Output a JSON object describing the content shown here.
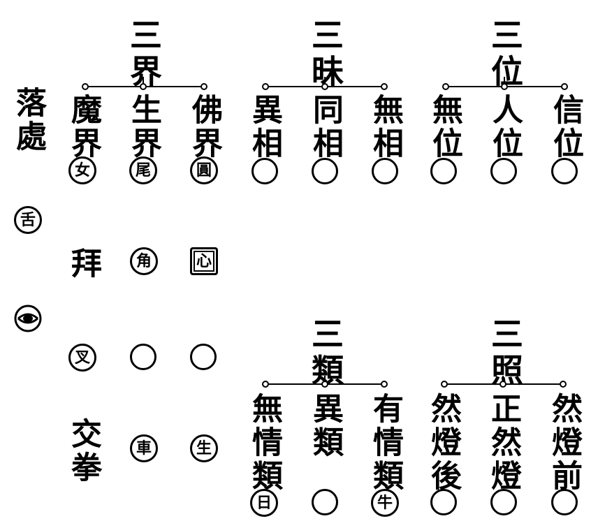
{
  "left_column": {
    "label_top": "落處",
    "tongue_seal": "舌",
    "row_labels": {
      "bow": "拜",
      "cross": "叉",
      "interlock": "交拳"
    }
  },
  "group_1": {
    "title": "三界",
    "items": [
      {
        "text": "魔界",
        "seal": "女"
      },
      {
        "text": "生界",
        "seal": "尾"
      },
      {
        "text": "佛界",
        "seal": "圓"
      }
    ]
  },
  "group_2": {
    "title": "三昧",
    "items": [
      {
        "text": "異相"
      },
      {
        "text": "同相"
      },
      {
        "text": "無相"
      }
    ]
  },
  "group_3": {
    "title": "三位",
    "items": [
      {
        "text": "無位"
      },
      {
        "text": "人位"
      },
      {
        "text": "信位"
      }
    ]
  },
  "bow_row": {
    "seal_1": "角",
    "seal_2": "心"
  },
  "cross_row": {},
  "fist_row": {
    "seal_1": "車",
    "seal_2": "生"
  },
  "group_4": {
    "title": "三類",
    "items": [
      {
        "text": "無情類",
        "seal": "日"
      },
      {
        "text": "異類"
      },
      {
        "text": "有情類",
        "seal": "牛"
      }
    ]
  },
  "group_5": {
    "title": "三照",
    "items": [
      {
        "text": "然燈後"
      },
      {
        "text": "正然燈"
      },
      {
        "text": "然燈前"
      }
    ]
  }
}
